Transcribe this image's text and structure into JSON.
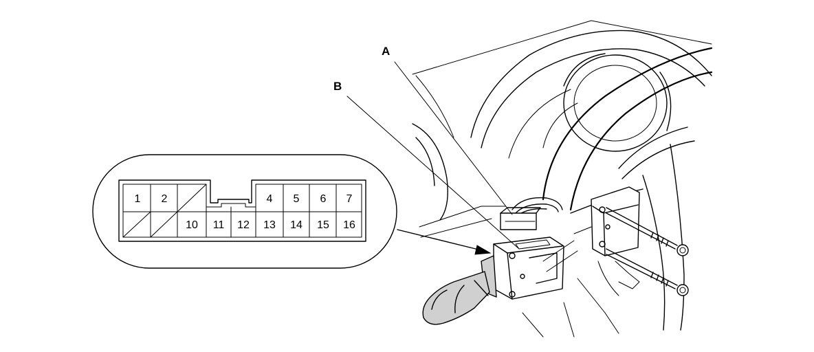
{
  "callouts": {
    "a": "A",
    "b": "B"
  },
  "connector": {
    "top_row": [
      {
        "pin": "1",
        "cavity": true
      },
      {
        "pin": "2",
        "cavity": true
      },
      {
        "pin": "",
        "cavity": false
      },
      {
        "pin": "4",
        "cavity": true
      },
      {
        "pin": "5",
        "cavity": true
      },
      {
        "pin": "6",
        "cavity": true
      },
      {
        "pin": "7",
        "cavity": true
      }
    ],
    "bottom_row": [
      {
        "pin": "",
        "cavity": false
      },
      {
        "pin": "",
        "cavity": false
      },
      {
        "pin": "10",
        "cavity": true
      },
      {
        "pin": "11",
        "cavity": true
      },
      {
        "pin": "12",
        "cavity": true
      },
      {
        "pin": "13",
        "cavity": true
      },
      {
        "pin": "14",
        "cavity": true
      },
      {
        "pin": "15",
        "cavity": true
      },
      {
        "pin": "16",
        "cavity": true
      }
    ]
  }
}
